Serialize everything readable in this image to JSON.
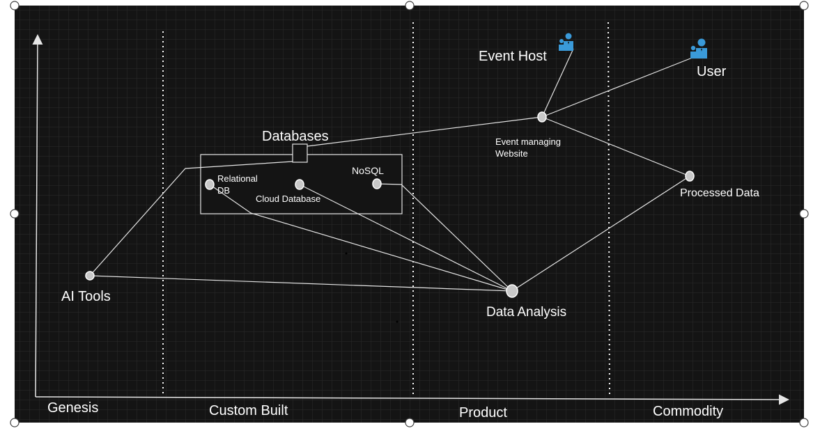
{
  "map": {
    "stages": [
      {
        "id": "genesis",
        "label": "Genesis"
      },
      {
        "id": "custom",
        "label": "Custom Built"
      },
      {
        "id": "product",
        "label": "Product"
      },
      {
        "id": "commodity",
        "label": "Commodity"
      }
    ],
    "components": {
      "event_host": "Event Host",
      "user": "User",
      "event_site": "Event managing\nWebsite",
      "databases": "Databases",
      "relational_db": "Relational\nDB",
      "nosql": "NoSQL",
      "cloud_db": "Cloud Database",
      "processed_data": "Processed Data",
      "ai_tools": "AI Tools",
      "data_analysis": "Data Analysis"
    },
    "colors": {
      "background": "#141414",
      "grid": "#2b2b2b",
      "line": "#e6e6e6",
      "node_fill": "#c8c8c8",
      "user_icon": "#3a9ad9"
    },
    "icons": [
      "user-icon",
      "user-icon"
    ]
  }
}
